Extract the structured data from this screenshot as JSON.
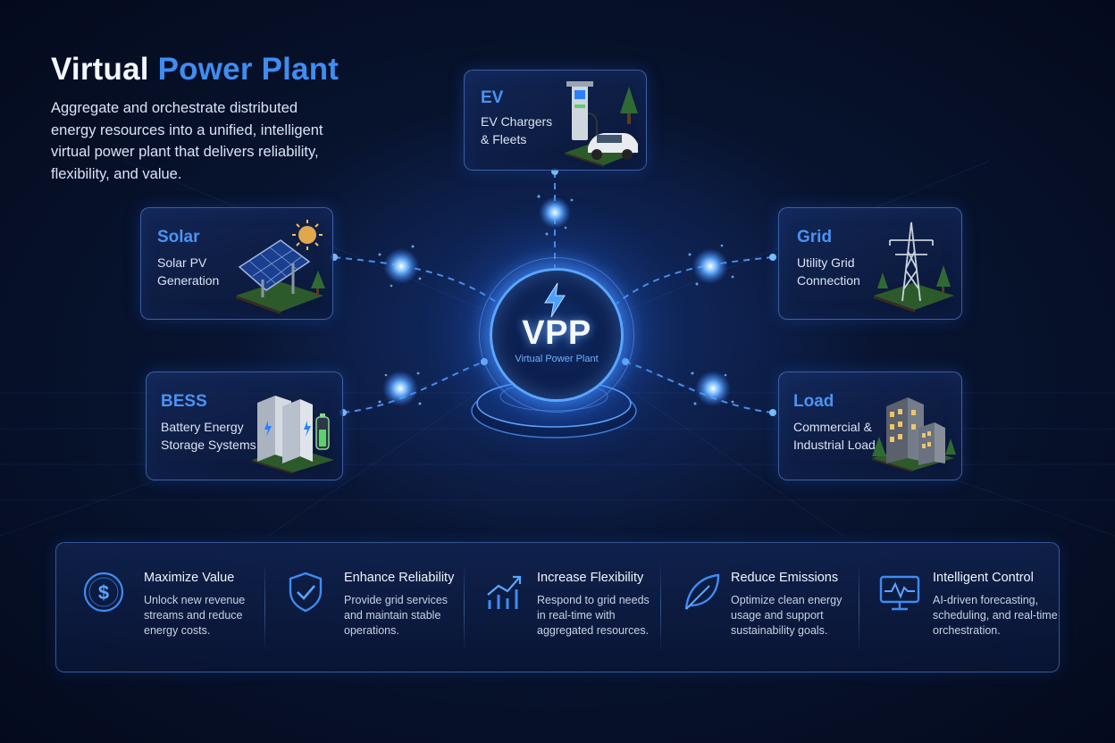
{
  "header": {
    "title_part1": "Virtual",
    "title_part2": "Power Plant",
    "subtitle": "Aggregate and orchestrate distributed energy resources into a unified, intelligent virtual power plant that delivers reliability, flexibility, and value."
  },
  "hub": {
    "label": "VPP",
    "sublabel": "Virtual Power Plant",
    "icon": "lightning-bolt-icon"
  },
  "nodes": {
    "ev": {
      "title": "EV",
      "line1": "EV Chargers",
      "line2": "& Fleets",
      "icon": "ev-charger-car-icon"
    },
    "solar": {
      "title": "Solar",
      "line1": "Solar PV",
      "line2": "Generation",
      "icon": "solar-panel-sun-icon"
    },
    "grid": {
      "title": "Grid",
      "line1": "Utility Grid",
      "line2": "Connection",
      "icon": "transmission-tower-icon"
    },
    "bess": {
      "title": "BESS",
      "line1": "Battery Energy",
      "line2": "Storage Systems",
      "icon": "battery-storage-icon"
    },
    "load": {
      "title": "Load",
      "line1": "Commercial &",
      "line2": "Industrial Load",
      "icon": "commercial-building-icon"
    }
  },
  "benefits": [
    {
      "title": "Maximize Value",
      "line1": "Unlock new revenue",
      "line2": "streams and reduce",
      "line3": "energy costs.",
      "icon": "dollar-coin-icon"
    },
    {
      "title": "Enhance Reliability",
      "line1": "Provide grid services",
      "line2": "and maintain stable",
      "line3": "operations.",
      "icon": "shield-check-icon"
    },
    {
      "title": "Increase Flexibility",
      "line1": "Respond to grid needs",
      "line2": "in real-time with",
      "line3": "aggregated resources.",
      "icon": "growth-chart-icon"
    },
    {
      "title": "Reduce Emissions",
      "line1": "Optimize clean energy",
      "line2": "usage and support",
      "line3": "sustainability goals.",
      "icon": "leaf-icon"
    },
    {
      "title": "Intelligent Control",
      "line1": "AI-driven forecasting,",
      "line2": "scheduling, and real-time",
      "line3": "orchestration.",
      "icon": "monitor-pulse-icon"
    }
  ],
  "colors": {
    "background": "#07122c",
    "accent": "#3f8cf2",
    "glow": "#5aa6ff",
    "card_border": "#6096eb"
  }
}
